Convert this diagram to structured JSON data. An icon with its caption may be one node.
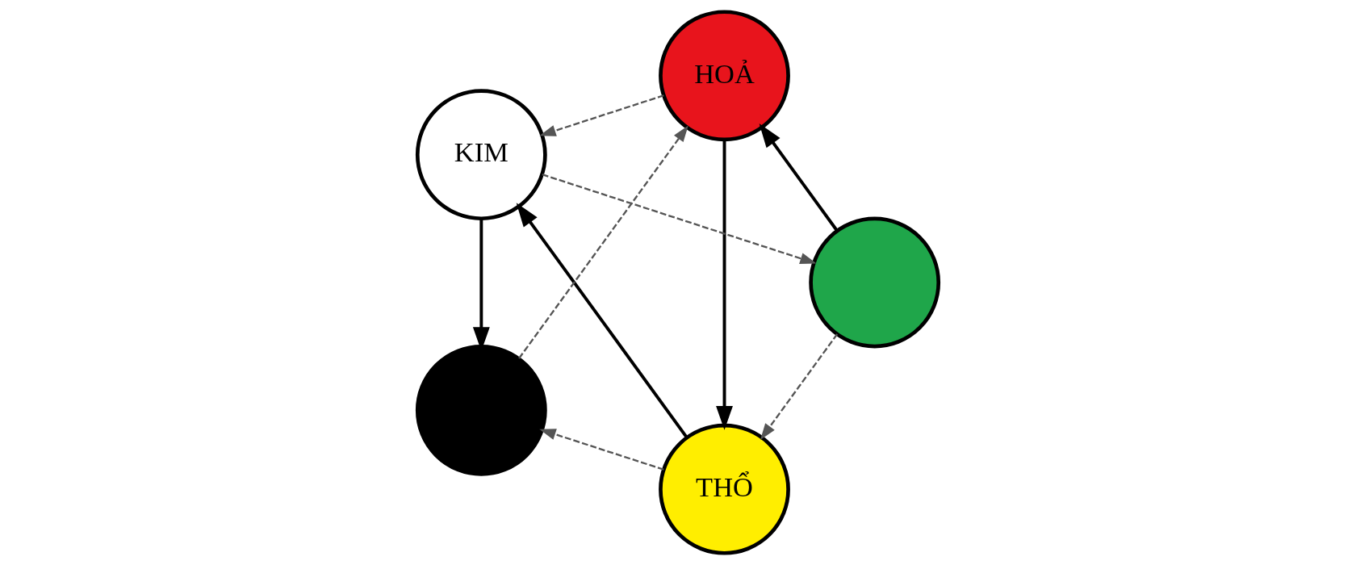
{
  "diagram": {
    "nodes": [
      {
        "text": [
          "THỔ"
        ]
      },
      {
        "text": [
          "HOẢ"
        ]
      },
      {
        "text": [
          "KIM"
        ]
      },
      {
        "text": [],
        "shape": "circle"
      },
      {
        "text": [],
        "shape": "circle"
      }
    ],
    "edges": [
      {
        "from": 1,
        "to": 0,
        "arrow": "to"
      },
      {
        "from": 0,
        "to": 2,
        "arrow": "to"
      },
      {
        "from": 2,
        "to": 4,
        "arrow": "to"
      },
      {
        "from": 3,
        "to": 1,
        "arrow": "to"
      },
      {
        "from": 1,
        "to": 2,
        "arrow": "to",
        "style": "dashed"
      },
      {
        "from": 2,
        "to": 3,
        "arrow": "to",
        "style": "dashed"
      },
      {
        "from": 3,
        "to": 0,
        "arrow": "to",
        "style": "dashed"
      },
      {
        "from": 0,
        "to": 4,
        "arrow": "to",
        "style": "dashed"
      },
      {
        "from": 4,
        "to": 1,
        "arrow": "to",
        "style": "dashed"
      }
    ]
  }
}
